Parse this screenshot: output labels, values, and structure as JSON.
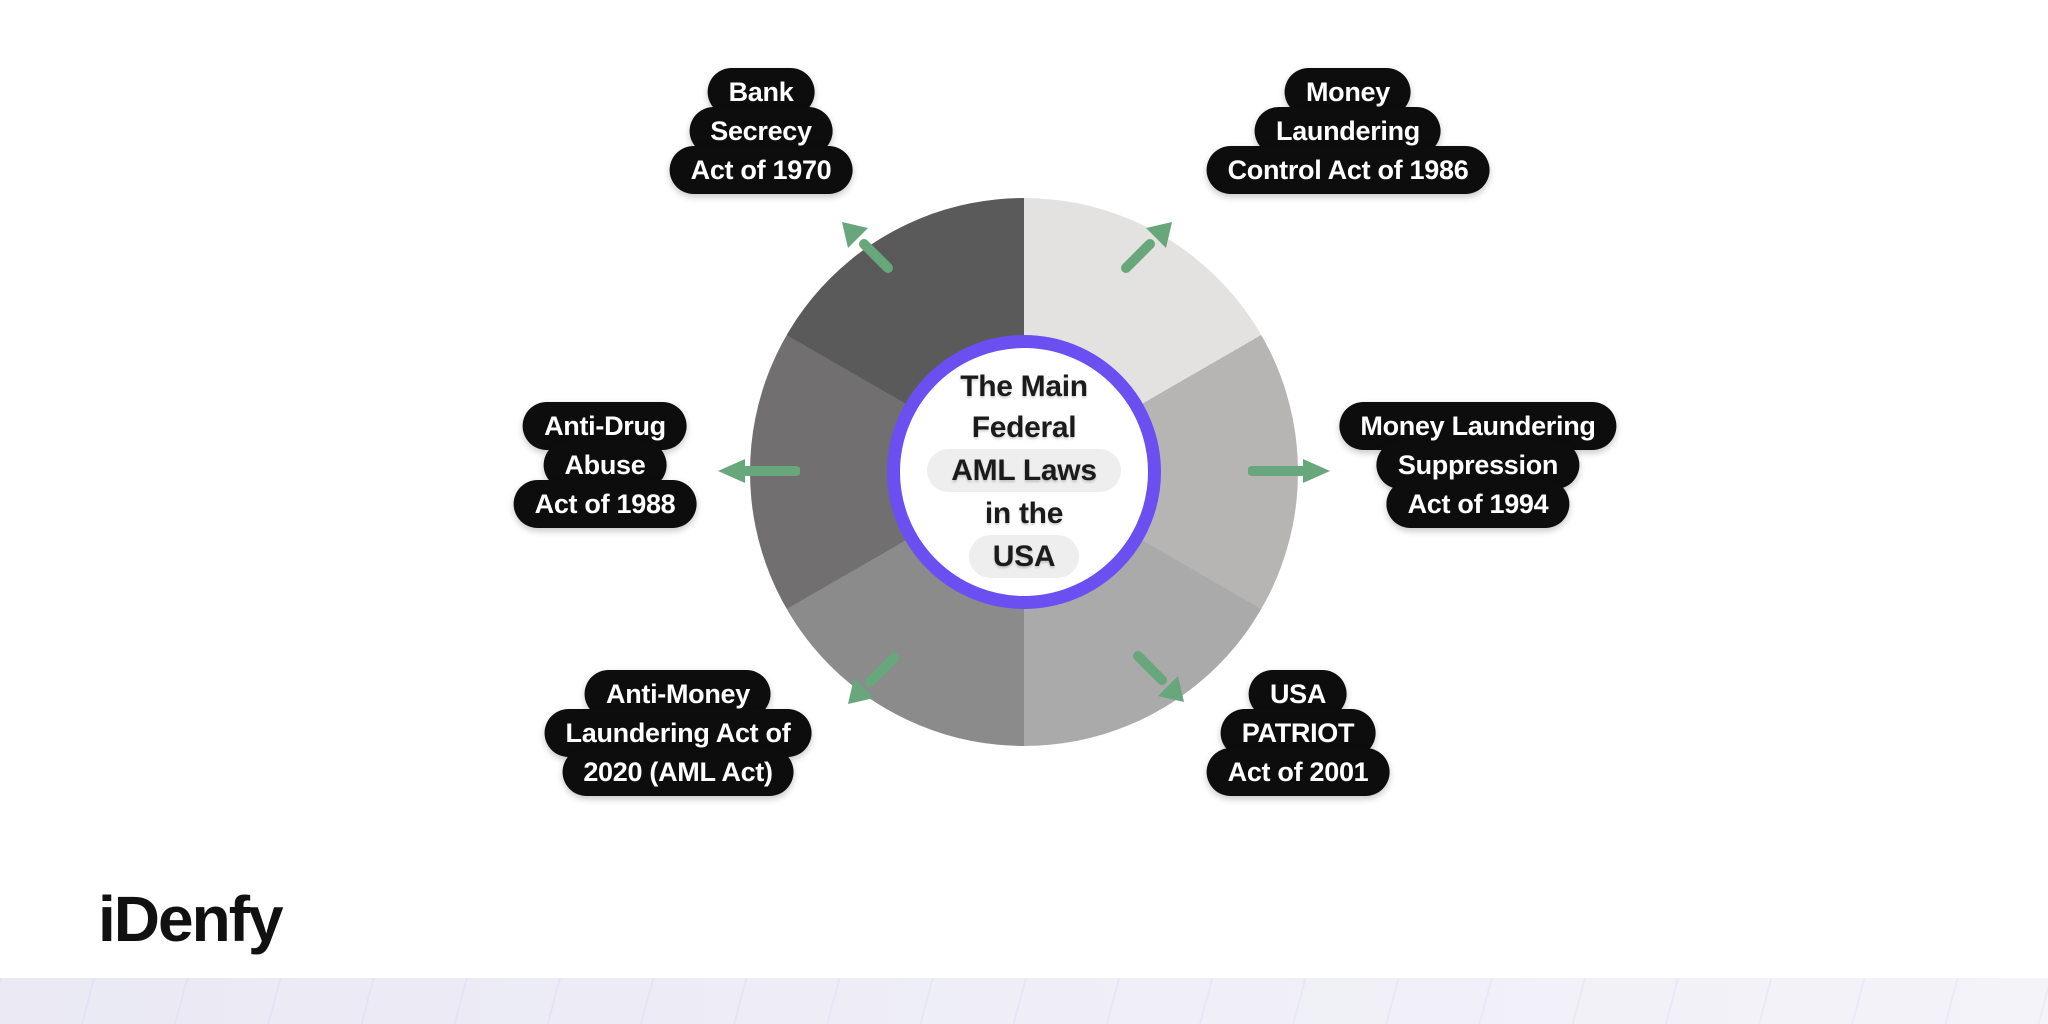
{
  "title": {
    "line1": "The Main",
    "line2": "Federal",
    "pill1": "AML Laws",
    "line3": "in the",
    "pill2": "USA"
  },
  "callouts": {
    "bank_secrecy_act": {
      "lines": [
        "Bank",
        "Secrecy",
        "Act of 1970"
      ]
    },
    "money_laundering_control_act": {
      "lines": [
        "Money",
        "Laundering",
        "Control Act of 1986"
      ]
    },
    "money_laundering_suppression_act": {
      "lines": [
        "Money Laundering",
        "Suppression",
        "Act of 1994"
      ]
    },
    "usa_patriot_act": {
      "lines": [
        "USA",
        "PATRIOT",
        "Act of 2001"
      ]
    },
    "anti_money_laundering_act": {
      "lines": [
        "Anti-Money",
        "Laundering Act of",
        "2020 (AML Act)"
      ]
    },
    "anti_drug_abuse_act": {
      "lines": [
        "Anti-Drug",
        "Abuse",
        "Act of 1988"
      ]
    }
  },
  "pie": {
    "segment_count": 6,
    "segment_colors_clockwise_from_top": [
      "#E4E2E1",
      "#B7B5B4",
      "#ABAAAA",
      "#8B8B8B",
      "#716F6F",
      "#5A5A5A"
    ]
  },
  "colors": {
    "ring": "#6C4FF0",
    "arrow": "#68A67C",
    "callout_bg": "#0D0D0D",
    "callout_text": "#FFFFFF",
    "center_pill_bg": "#EFEEEE",
    "footer_band_start": "#EAE9F4",
    "footer_band_end": "#F4F3F9",
    "logo_color": "#111111"
  },
  "footer": {
    "logo_text": "iDenfy"
  }
}
